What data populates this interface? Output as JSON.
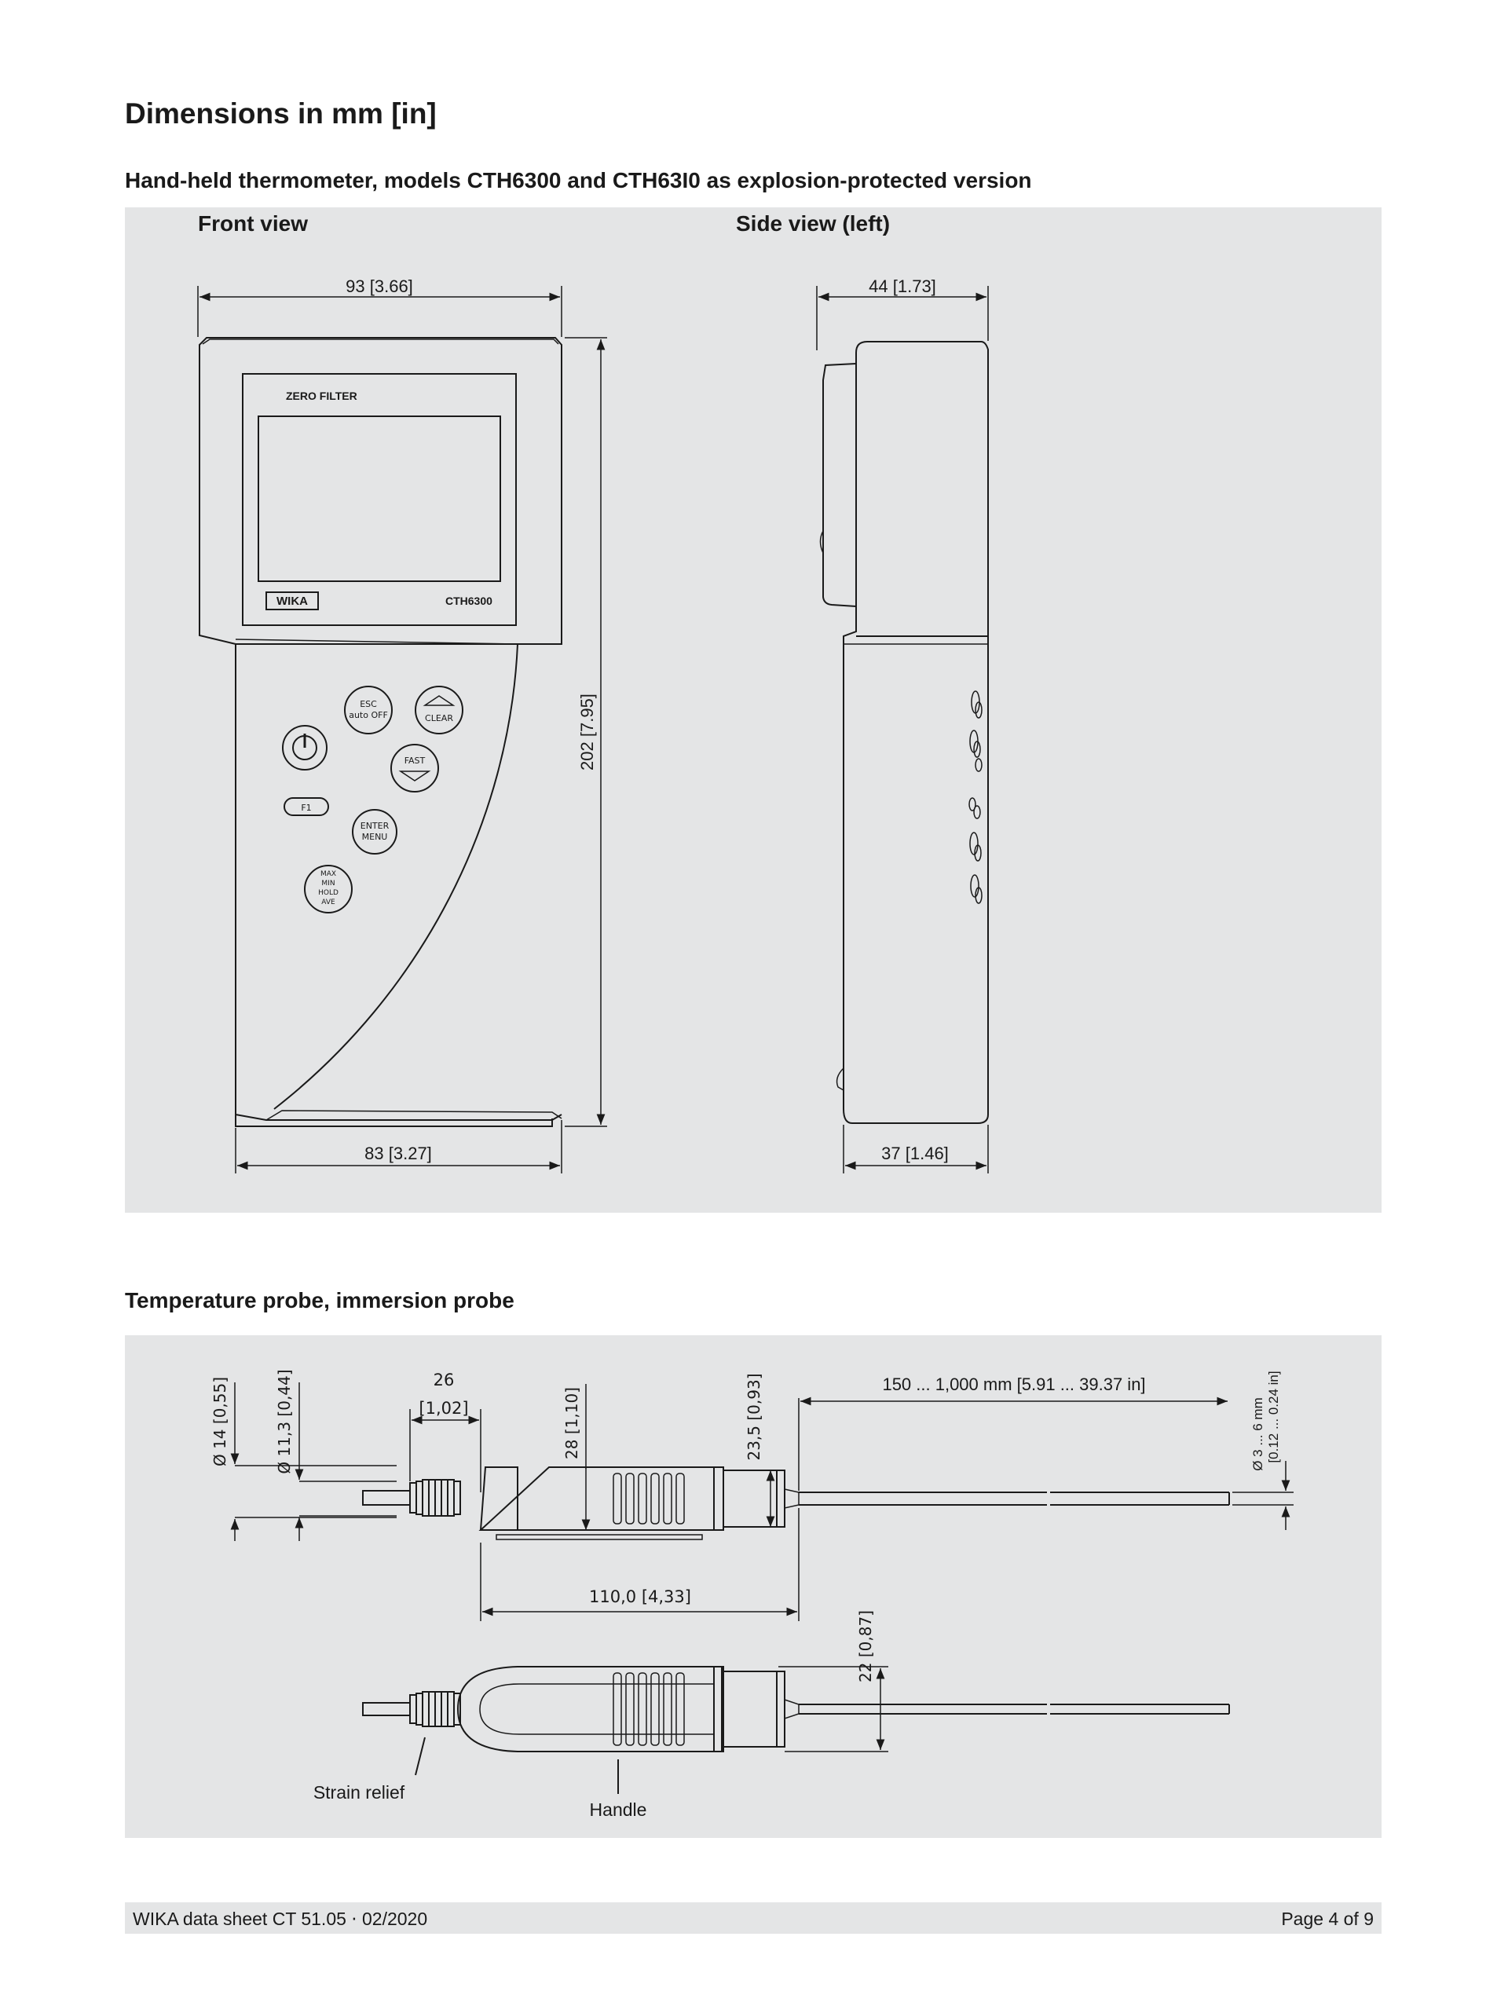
{
  "page_title": "Dimensions in mm [in]",
  "section1": {
    "title": "Hand-held thermometer, models CTH6300 and CTH63I0 as explosion-protected version",
    "front_view_label": "Front view",
    "side_view_label": "Side view (left)",
    "dim_width_top": "93 [3.66]",
    "dim_height": "202 [7.95]",
    "dim_width_bottom": "83 [3.27]",
    "dim_side_top": "44 [1.73]",
    "dim_side_bottom": "37 [1.46]",
    "device": {
      "display_header": "ZERO FILTER",
      "brand": "WIKA",
      "model": "CTH6300",
      "buttons": {
        "esc_1": "ESC",
        "esc_2": "auto OFF",
        "clear": "CLEAR",
        "fast": "FAST",
        "f1": "F1",
        "enter_1": "ENTER",
        "enter_2": "MENU",
        "max_1": "MAX",
        "max_2": "MIN",
        "max_3": "HOLD",
        "max_4": "AVE"
      }
    }
  },
  "section2": {
    "title": "Temperature probe, immersion probe",
    "dim_d14": "Ø 14 [0,55]",
    "dim_d113": "Ø 11,3 [0,44]",
    "dim_26_a": "26",
    "dim_26_b": "[1,02]",
    "dim_28": "28 [1,10]",
    "dim_235": "23,5 [0,93]",
    "dim_length": "150 ... 1,000 mm [5.91 ... 39.37 in]",
    "dim_dia_1": "Ø 3 ... 6 mm",
    "dim_dia_2": "[0.12 ... 0.24 in]",
    "dim_110": "110,0 [4,33]",
    "dim_22": "22 [0,87]",
    "label_strain_relief": "Strain relief",
    "label_handle": "Handle"
  },
  "footer": {
    "left": "WIKA data sheet CT 51.05 ⋅ 02/2020",
    "right": "Page 4 of 9"
  }
}
